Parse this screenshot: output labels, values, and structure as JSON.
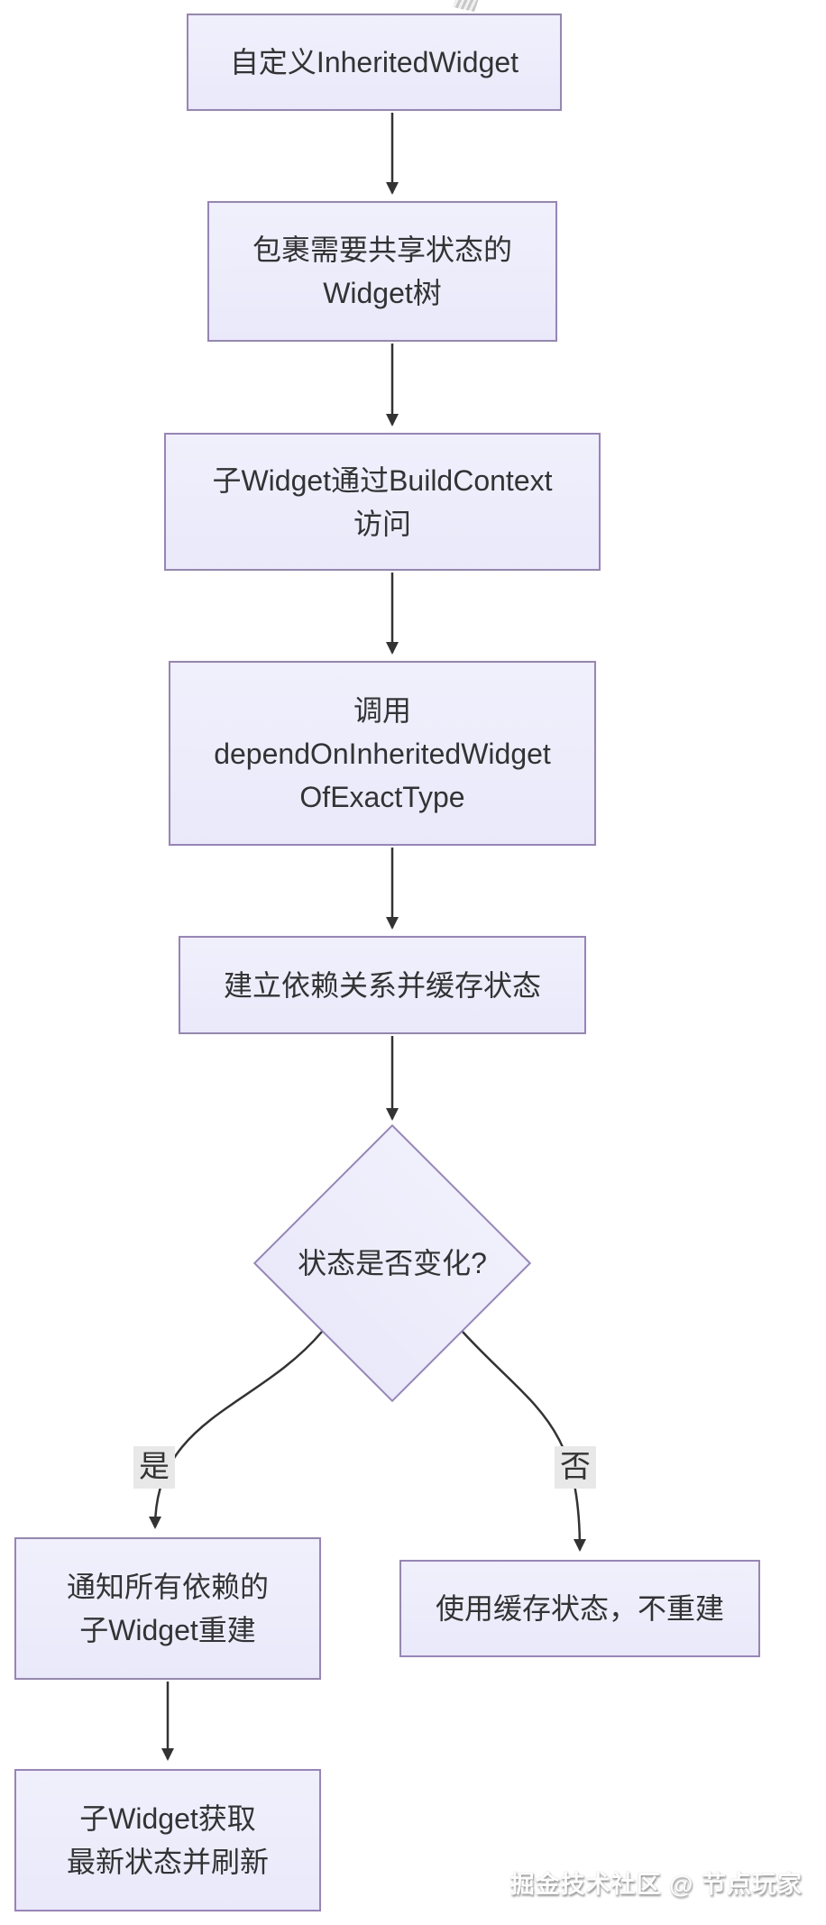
{
  "page": {
    "watermark": "掘金技术社区 @ 节点玩家",
    "background": "#ffffff"
  },
  "style": {
    "node_fill": "#ECECFB",
    "node_border": "#9683C0",
    "text_color": "#333333",
    "arrow_color": "#333333",
    "edge_label_bg": "#E8E8E8"
  },
  "flowchart": {
    "nodes": [
      {
        "id": "custom-inherited-widget",
        "shape": "rect",
        "lines": [
          "自定义InheritedWidget"
        ]
      },
      {
        "id": "wrap-widget-tree",
        "shape": "rect",
        "lines": [
          "包裹需要共享状态的",
          "Widget树"
        ]
      },
      {
        "id": "child-access-context",
        "shape": "rect",
        "lines": [
          "子Widget通过BuildContext",
          "访问"
        ]
      },
      {
        "id": "call-depend-method",
        "shape": "rect",
        "lines": [
          "调用",
          "dependOnInheritedWidget",
          "OfExactType"
        ]
      },
      {
        "id": "build-dependency-cache",
        "shape": "rect",
        "lines": [
          "建立依赖关系并缓存状态"
        ]
      },
      {
        "id": "state-changed-decision",
        "shape": "diamond",
        "lines": [
          "状态是否变化?"
        ]
      },
      {
        "id": "notify-dependents",
        "shape": "rect",
        "lines": [
          "通知所有依赖的",
          "子Widget重建"
        ]
      },
      {
        "id": "use-cached-state",
        "shape": "rect",
        "lines": [
          "使用缓存状态，不重建"
        ]
      },
      {
        "id": "child-refresh",
        "shape": "rect",
        "lines": [
          "子Widget获取",
          "最新状态并刷新"
        ]
      }
    ],
    "edge_labels": {
      "yes": "是",
      "no": "否"
    }
  }
}
